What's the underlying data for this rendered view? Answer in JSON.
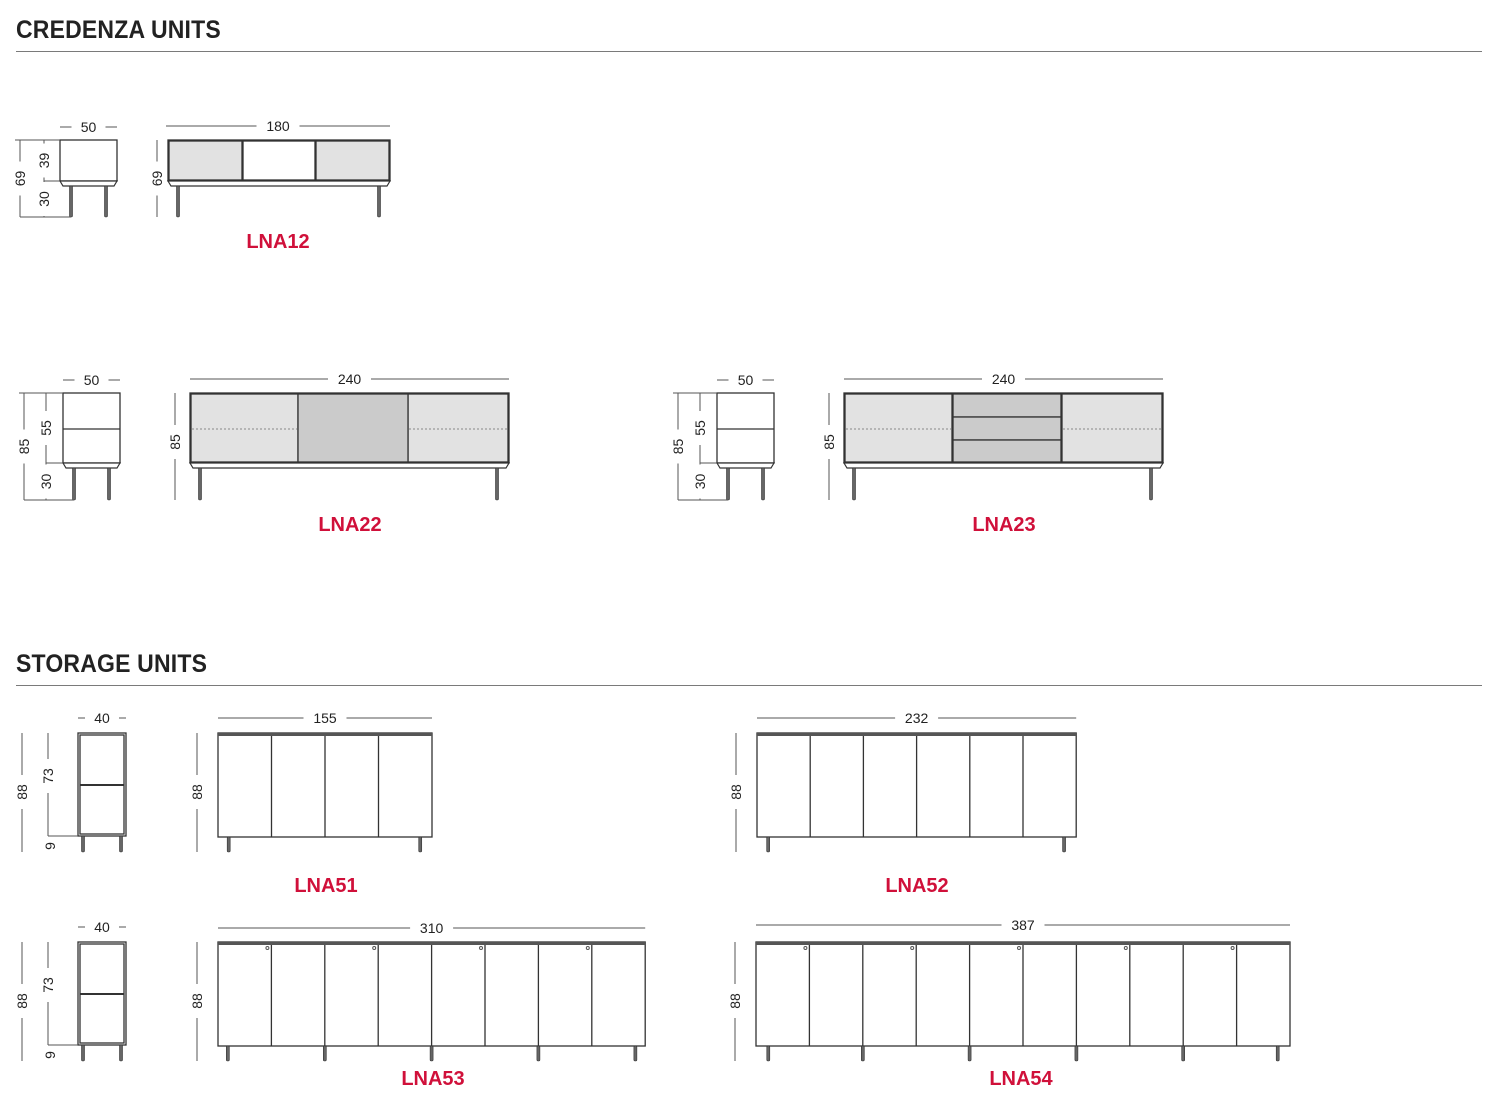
{
  "sections": [
    {
      "title": "CREDENZA UNITS"
    },
    {
      "title": "STORAGE UNITS"
    }
  ],
  "colors": {
    "code": "#d0103a",
    "panel_light": "#e2e2e2",
    "panel_dark": "#cbcbcb",
    "line": "#333333"
  },
  "units": {
    "LNA12": {
      "code": "LNA12",
      "depth": "50",
      "width": "180",
      "height": "69",
      "body_height": "39",
      "leg_height": "30"
    },
    "LNA22": {
      "code": "LNA22",
      "depth": "50",
      "width": "240",
      "height": "85",
      "body_height": "55",
      "leg_height": "30"
    },
    "LNA23": {
      "code": "LNA23",
      "depth": "50",
      "width": "240",
      "height": "85",
      "body_height": "55",
      "leg_height": "30"
    },
    "LNA51": {
      "code": "LNA51",
      "depth": "40",
      "width": "155",
      "height": "88",
      "body_height": "73",
      "leg_height": "9"
    },
    "LNA52": {
      "code": "LNA52",
      "width": "232",
      "height": "88"
    },
    "LNA53": {
      "code": "LNA53",
      "depth": "40",
      "width": "310",
      "height": "88",
      "body_height": "73",
      "leg_height": "9"
    },
    "LNA54": {
      "code": "LNA54",
      "width": "387",
      "height": "88"
    }
  }
}
